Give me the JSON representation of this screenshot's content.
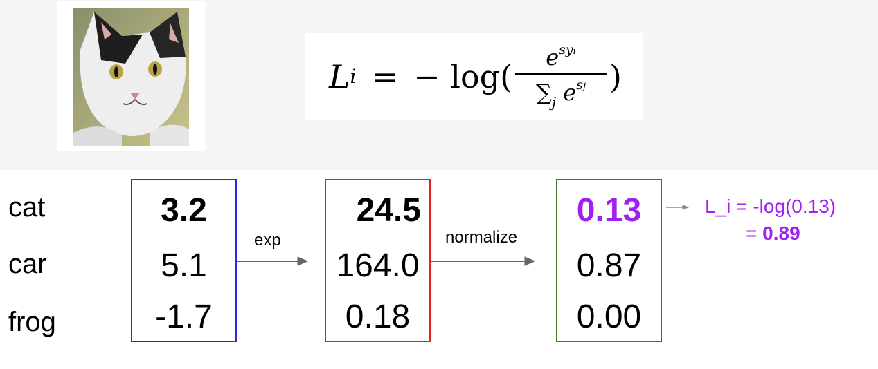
{
  "classes": [
    "cat",
    "car",
    "frog"
  ],
  "scores": [
    "3.2",
    "5.1",
    "-1.7"
  ],
  "exp_values": [
    "24.5",
    "164.0",
    "0.18"
  ],
  "probabilities": [
    "0.13",
    "0.87",
    "0.00"
  ],
  "arrow_labels": {
    "exp": "exp",
    "normalize": "normalize"
  },
  "loss": {
    "line1": "L_i = -log(0.13)",
    "line2_prefix": "= ",
    "line2_value": "0.89"
  },
  "formula": {
    "lhs": "L",
    "lhs_sub": "i",
    "eq": "=",
    "neg_log": "− log(",
    "close": ")",
    "num_base": "e",
    "num_exp": "sy",
    "num_exp_sub": "i",
    "den_sum": "∑",
    "den_sub": "j",
    "den_base": "e",
    "den_exp": "s",
    "den_exp_sub": "j"
  },
  "colors": {
    "score_box": "#2a2ae6",
    "exp_box": "#e02222",
    "prob_box": "#3d7a2a",
    "highlight": "#a020f0",
    "arrow": "#666666"
  }
}
